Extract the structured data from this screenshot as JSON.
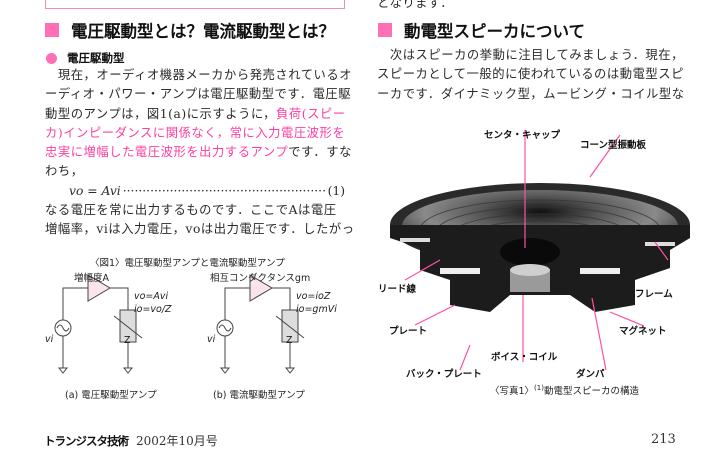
{
  "left_column": {
    "section_heading": "電圧駆動型とは？電流駆動型とは？",
    "subheading": "電圧駆動型",
    "paragraph_lines": [
      {
        "pre": "　現在，オーディオ機器メーカから発売されているオ",
        "pink": "",
        "post": ""
      },
      {
        "pre": "ーディオ・パワー・アンプは電圧駆動型です．電圧駆",
        "pink": "",
        "post": ""
      },
      {
        "pre": "動型のアンプは，図1(a)に示すように，",
        "pink": "負荷(スピー",
        "post": ""
      },
      {
        "pre": "",
        "pink": "カ)インピーダンスに関係なく，常に入力電圧波形を",
        "post": ""
      },
      {
        "pre": "",
        "pink": "忠実に増幅した電圧波形を出力するアンプ",
        "post": "です．すな"
      },
      {
        "pre": "わち，",
        "pink": "",
        "post": ""
      }
    ],
    "equation": {
      "lhs": "vo = Avi",
      "dots": "······················································",
      "number": "(1)"
    },
    "after_lines": [
      "なる電圧を常に出力するものです．ここでAは電圧",
      "増幅率，viは入力電圧，voは出力電圧です．したがっ"
    ],
    "figure": {
      "caption": "〈図1〉電圧駆動型アンプと電流駆動型アンプ",
      "a": {
        "gain_label": "増幅度A",
        "eq1": "vo=Avi",
        "eq2": "io=vo/Z",
        "source": "vi",
        "load": "Z",
        "caption": "(a) 電圧駆動型アンプ"
      },
      "b": {
        "gain_label": "相互コンダクタンスgm",
        "eq1": "vo=ioZ",
        "eq2": "io=gmVi",
        "source": "vi",
        "load": "Z",
        "caption": "(b) 電流駆動型アンプ"
      }
    }
  },
  "right_column": {
    "top_fragment": "となります．",
    "section_heading": "動電型スピーカについて",
    "paragraph_lines": [
      "　次はスピーカの挙動に注目してみましょう．現在，",
      "スピーカとして一般的に使われているのは動電型スピ",
      "ーカです．ダイナミック型，ムービング・コイル型な"
    ],
    "photo": {
      "labels": {
        "center_cap": "センタ・キャップ",
        "cone": "コーン型振動板",
        "lead_wire": "リード線",
        "frame": "フレーム",
        "plate": "プレート",
        "magnet": "マグネット",
        "voice_coil": "ボイス・コイル",
        "back_plate": "バック・プレート",
        "damper": "ダンパ"
      },
      "caption_prefix": "〈写真1〉",
      "caption_ref": "(1)",
      "caption_text": "動電型スピーカの構造"
    }
  },
  "footer": {
    "magazine": "トランジスタ技術",
    "issue": "2002年10月号",
    "page_number": "213"
  },
  "colors": {
    "accent_pink": "#ff6fb5",
    "text_pink": "#ff3fa0",
    "annotation_pink": "#ff4fa8"
  }
}
